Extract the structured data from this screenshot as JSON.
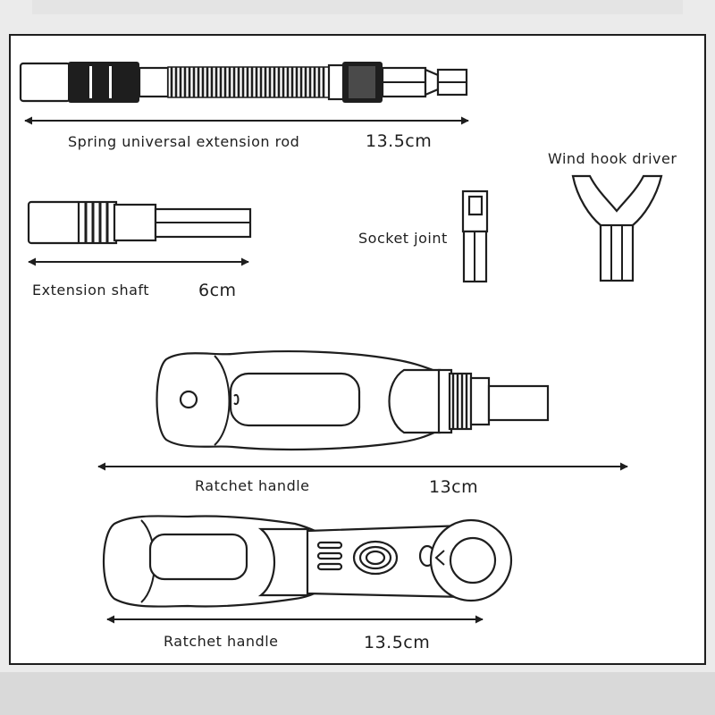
{
  "colors": {
    "ink": "#1e1e1e",
    "background": "#ffffff",
    "page": "#ebebeb"
  },
  "items": {
    "spring_rod": {
      "label": "Spring universal extension rod",
      "length": "13.5cm"
    },
    "extension_shaft": {
      "label": "Extension shaft",
      "length": "6cm"
    },
    "socket_joint": {
      "label": "Socket joint"
    },
    "wind_hook": {
      "label": "Wind hook driver"
    },
    "ratchet_handle_1": {
      "label": "Ratchet handle",
      "length": "13cm"
    },
    "ratchet_handle_2": {
      "label": "Ratchet handle",
      "length": "13.5cm"
    }
  }
}
